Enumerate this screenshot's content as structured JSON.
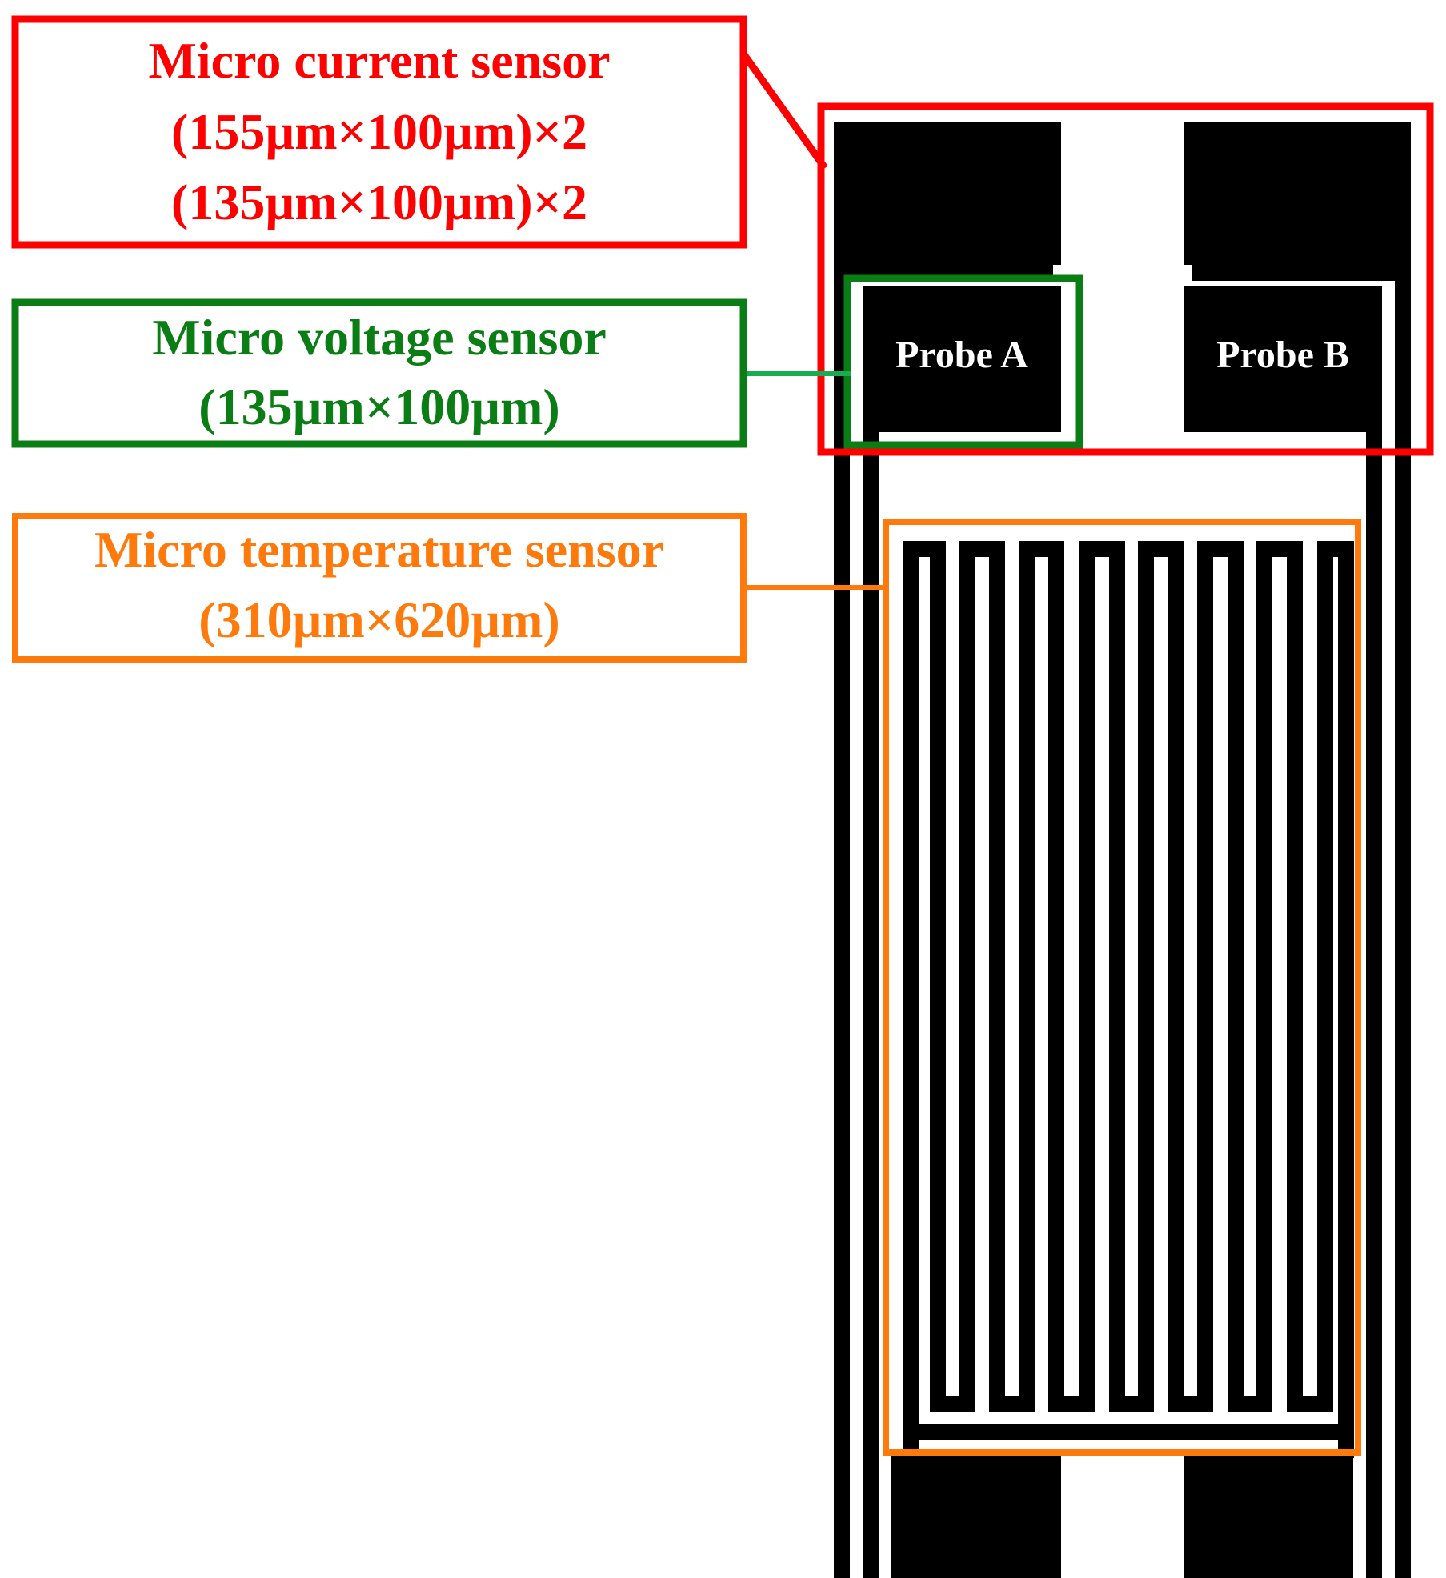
{
  "labels": {
    "current": {
      "lines": [
        "Micro current sensor",
        "(155µm×100µm)×2",
        "(135µm×100µm)×2"
      ],
      "color": "#ff0000"
    },
    "voltage": {
      "lines": [
        "Micro voltage sensor",
        "(135µm×100µm)"
      ],
      "color": "#0a7d14"
    },
    "temperature": {
      "lines": [
        "Micro temperature sensor",
        "(310µm×620µm)"
      ],
      "color": "#ff7a0d"
    }
  },
  "probes": {
    "a": "Probe A",
    "b": "Probe B"
  },
  "colors": {
    "metal": "#000000",
    "background": "#ffffff",
    "voltage_leader": "#1aaa50"
  }
}
